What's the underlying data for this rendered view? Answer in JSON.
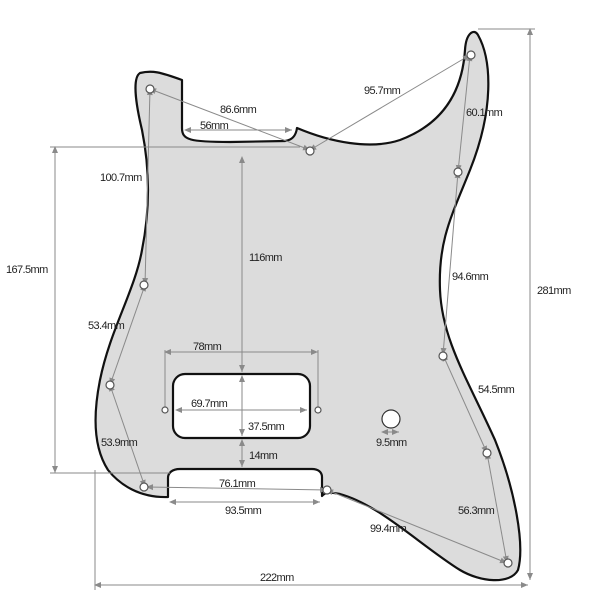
{
  "diagram": {
    "subject": "Guitar pickguard dimension drawing",
    "colors": {
      "pickguard_fill": "#dcdcdc",
      "outline": "#111111",
      "dimension_line": "#8a8a8a",
      "text": "#222222"
    },
    "dimensions": {
      "top_left_to_neck_screw": "86.6mm",
      "neck_pocket_width": "56mm",
      "neck_screw_to_horn": "95.7mm",
      "horn_screw_to_right_upper": "60.1mm",
      "left_upper_span": "100.7mm",
      "left_height": "167.5mm",
      "neck_to_pickup": "116mm",
      "right_mid_span": "94.6mm",
      "total_height": "281mm",
      "left_mid_span": "53.4mm",
      "pickup_mount_spacing": "78mm",
      "right_lower_span": "54.5mm",
      "pickup_width": "69.7mm",
      "pickup_height": "37.5mm",
      "jack_hole_diameter": "9.5mm",
      "left_lower_span": "53.9mm",
      "pickup_to_cavity": "14mm",
      "bottom_screw_span": "76.1mm",
      "cavity_width": "93.5mm",
      "bottom_right_span": "99.4mm",
      "right_bottom_span": "56.3mm",
      "total_width": "222mm"
    }
  }
}
